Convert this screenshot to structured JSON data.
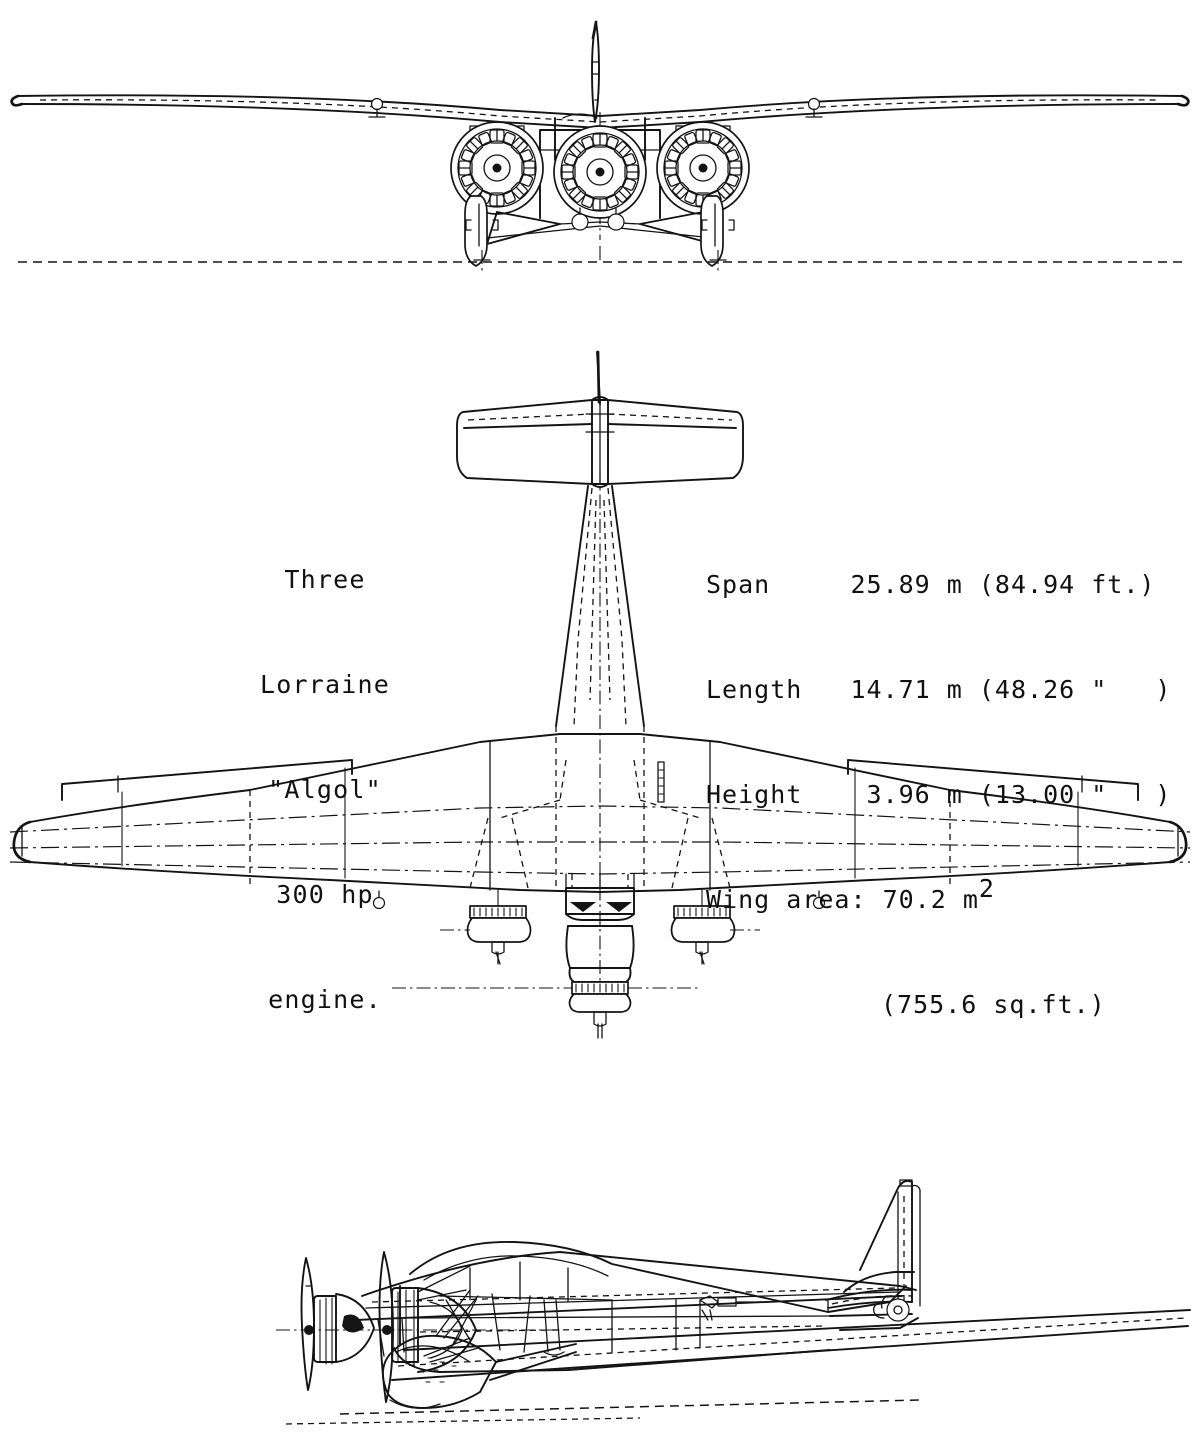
{
  "sheet": {
    "subject": "Three-engine high-wing monoplane general-arrangement drawing",
    "background_color": "#ffffff",
    "ink_color": "#111111"
  },
  "engine_note": {
    "lines": [
      "Three",
      "Lorraine",
      "\"Algol\"",
      "300 hp",
      "engine."
    ],
    "line1": "Three",
    "line2": "Lorraine",
    "line3": "\"Algol\"",
    "line4": "300 hp",
    "line5": "engine."
  },
  "specifications": {
    "span": {
      "label": "Span",
      "metric": "25.89 m",
      "imperial": "(84.94 ft.)",
      "line": "Span     25.89 m (84.94 ft.)"
    },
    "length": {
      "label": "Length",
      "metric": "14.71 m",
      "imperial": "(48.26 \"   )",
      "line": "Length   14.71 m (48.26 \"   )"
    },
    "height": {
      "label": "Height",
      "metric": "3.96 m",
      "imperial": "(13.00 \"   )",
      "line": "Height    3.96 m (13.00 \"   )"
    },
    "wing_area": {
      "label": "Wing area:",
      "metric_value": "70.2 m",
      "metric_unit_exponent": "2",
      "imperial": "(755.6 sq.ft.)",
      "line": "Wing area: 70.2 m"
    }
  },
  "views": {
    "front": {
      "name": "front-elevation",
      "engines": 3,
      "propeller_visible": true
    },
    "plan": {
      "name": "plan-view",
      "engines": 3
    },
    "side": {
      "name": "side-elevation",
      "engines_visible": 2
    }
  }
}
